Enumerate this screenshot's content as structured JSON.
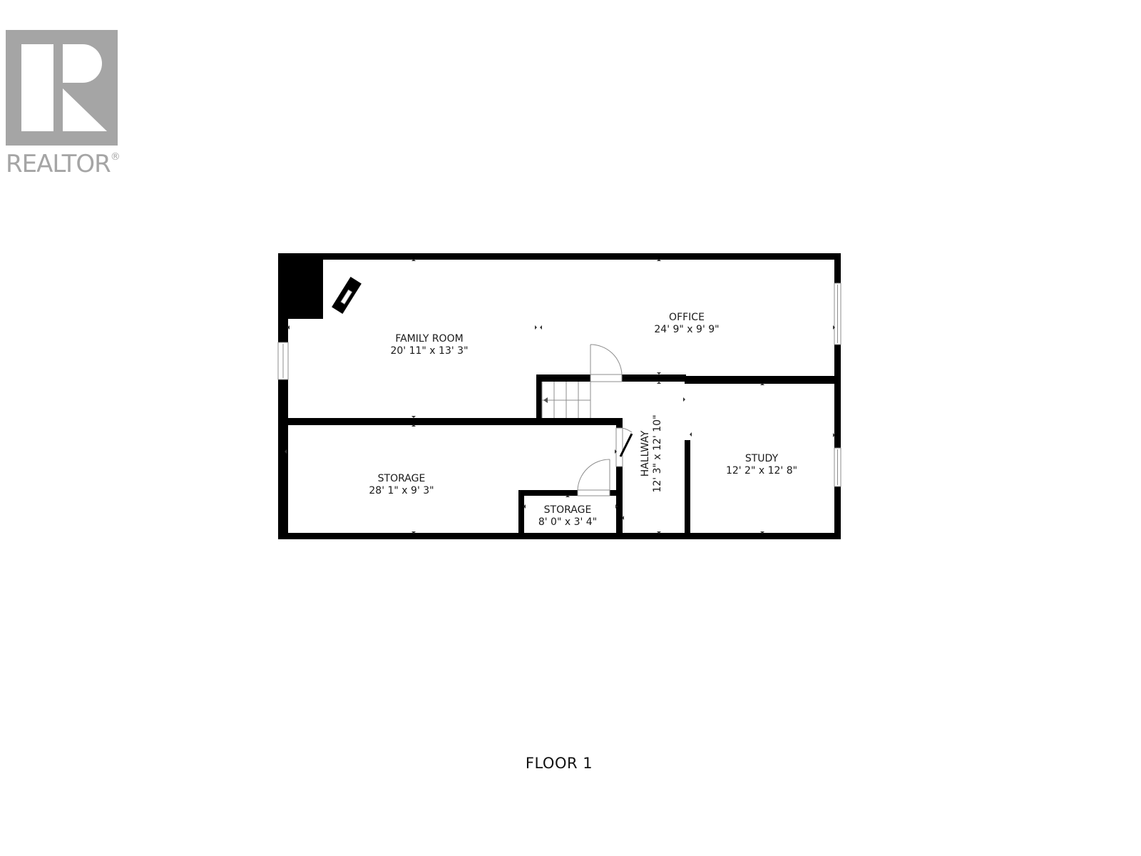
{
  "logo": {
    "brand_text": "REALTOR",
    "registered_mark": "®",
    "color": "#a5a5a5",
    "icon": "realtor-r-icon"
  },
  "floor_title": "FLOOR 1",
  "colors": {
    "wall": "#000000",
    "background": "#ffffff",
    "fixture_line": "#8c8c8c"
  },
  "rooms": {
    "family_room": {
      "name": "FAMILY ROOM",
      "dims": "20' 11\" x 13' 3\""
    },
    "office": {
      "name": "OFFICE",
      "dims": "24' 9\" x 9' 9\""
    },
    "storage_large": {
      "name": "STORAGE",
      "dims": "28' 1\" x 9' 3\""
    },
    "storage_small": {
      "name": "STORAGE",
      "dims": "8' 0\" x 3' 4\""
    },
    "hallway": {
      "name": "HALLWAY",
      "dims": "12' 3\" x 12' 10\""
    },
    "study": {
      "name": "STUDY",
      "dims": "12' 2\" x 12' 8\""
    }
  },
  "fixtures": [
    "fireplace",
    "stairs",
    "door-office",
    "door-storage-small",
    "door-storage-large",
    "window-family-west",
    "window-office-east",
    "window-study-east"
  ]
}
